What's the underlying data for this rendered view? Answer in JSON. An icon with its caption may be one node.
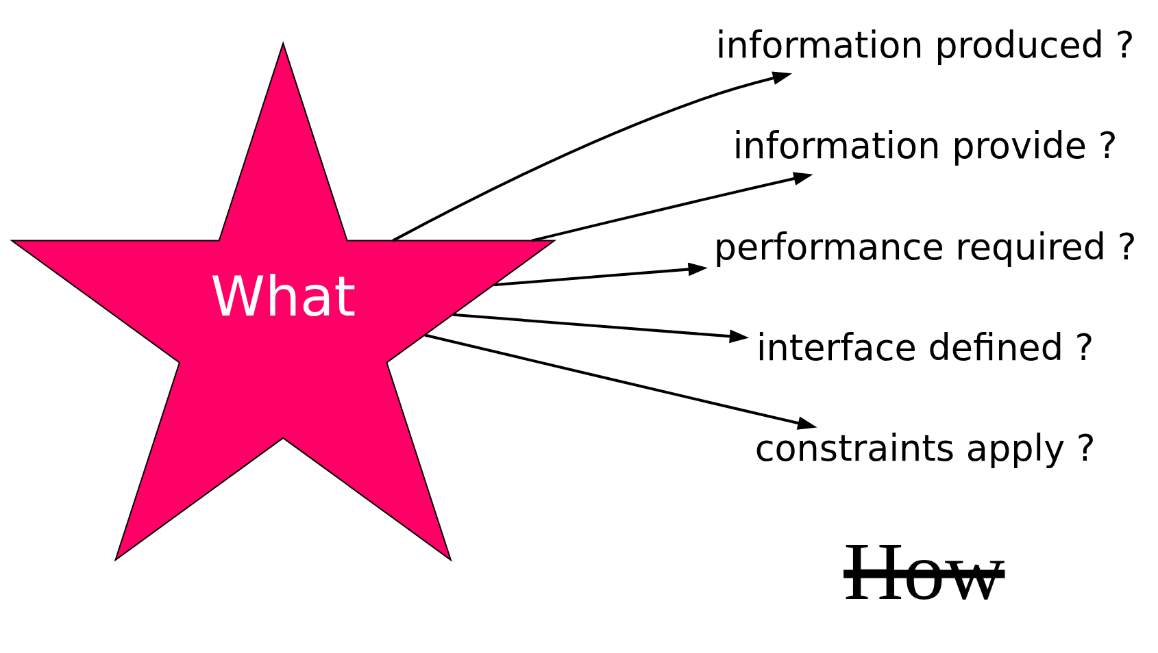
{
  "diagram": {
    "nodes": [
      {
        "text": [
          "What"
        ]
      },
      {
        "text": [
          "information produced ?"
        ]
      },
      {
        "text": [
          "information provide ?"
        ]
      },
      {
        "text": [
          "performance required ?"
        ]
      },
      {
        "text": [
          "interface defined ?"
        ]
      },
      {
        "text": [
          "constraints apply ?"
        ]
      }
    ],
    "edges": [
      {
        "from": 0,
        "to": 1,
        "arrow": "to"
      },
      {
        "from": 0,
        "to": 2,
        "arrow": "to"
      },
      {
        "from": 0,
        "to": 3,
        "arrow": "to"
      },
      {
        "from": 0,
        "to": 4,
        "arrow": "to"
      },
      {
        "from": 0,
        "to": 5,
        "arrow": "to"
      }
    ],
    "labels": [
      "How"
    ]
  }
}
